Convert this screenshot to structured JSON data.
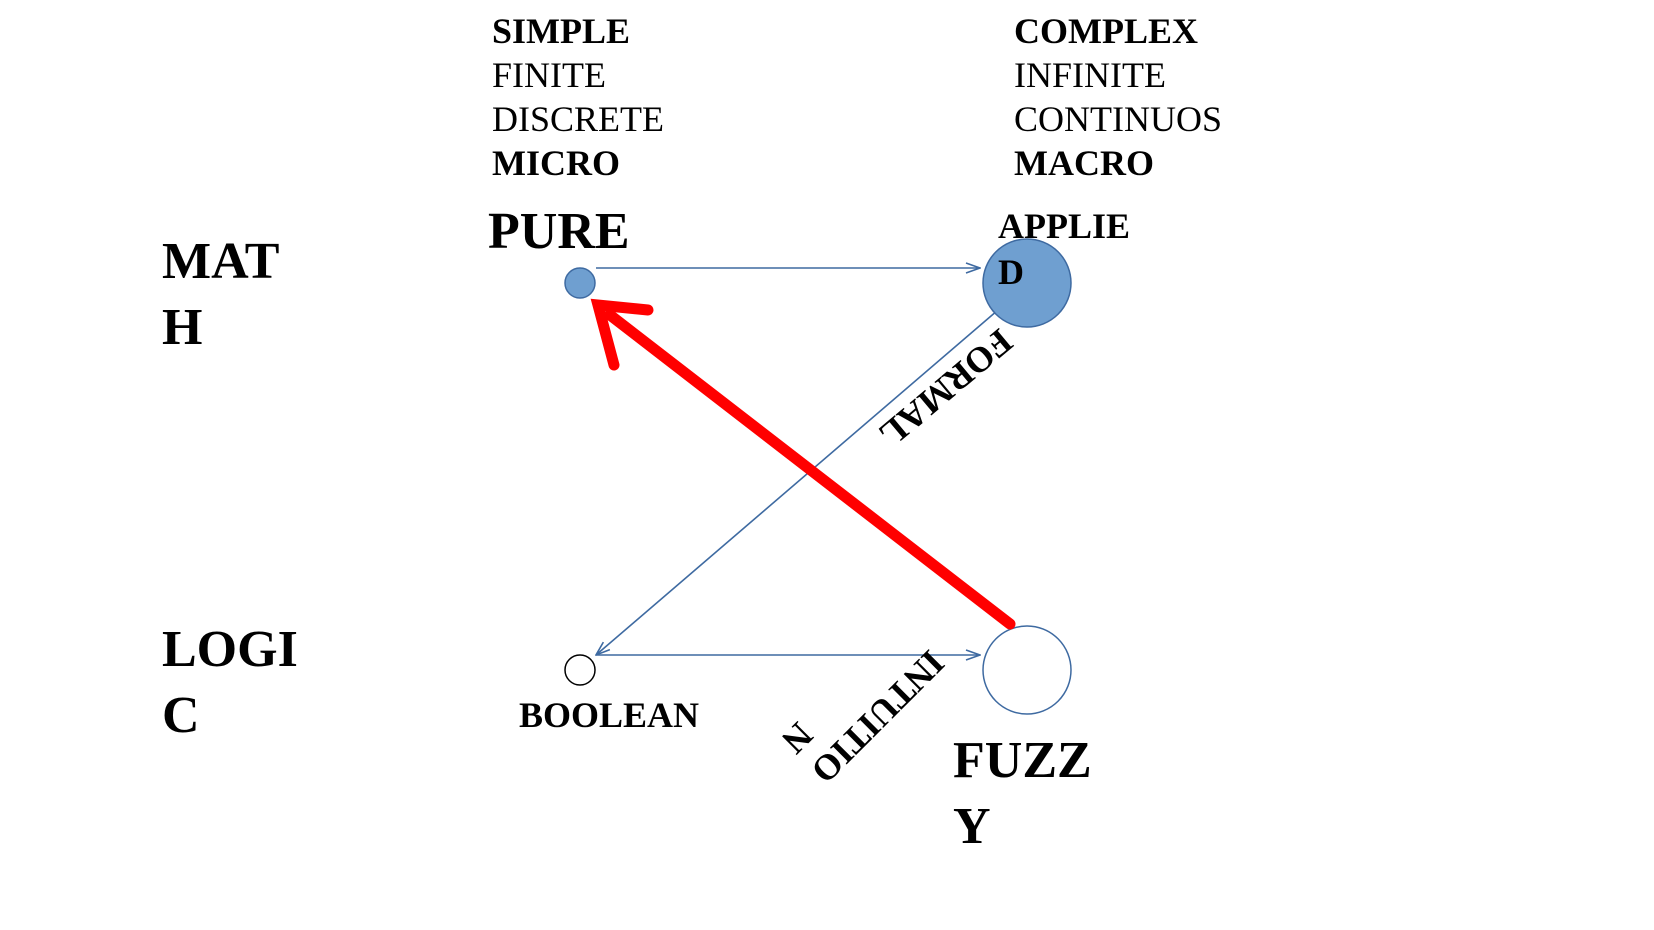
{
  "columns": {
    "left": [
      "SIMPLE",
      "FINITE",
      "DISCRETE",
      "MICRO"
    ],
    "right": [
      "COMPLEX",
      "INFINITE",
      "CONTINUOS",
      "MACRO"
    ]
  },
  "rows": {
    "math": [
      "MAT",
      "H"
    ],
    "logic": [
      "LOGI",
      "C"
    ]
  },
  "nodes": {
    "pure": "PURE",
    "applied": [
      "APPLIE",
      "D"
    ],
    "boolean": "BOOLEAN",
    "fuzzy": [
      "FUZZ",
      "Y"
    ]
  },
  "edges": {
    "formal": "FORMAL",
    "intuition": [
      "INTUITIO",
      "N"
    ]
  },
  "colors": {
    "node_fill": "#6f9fd0",
    "edge_line": "#3e6aa1",
    "highlight_arrow": "#ff0000"
  }
}
